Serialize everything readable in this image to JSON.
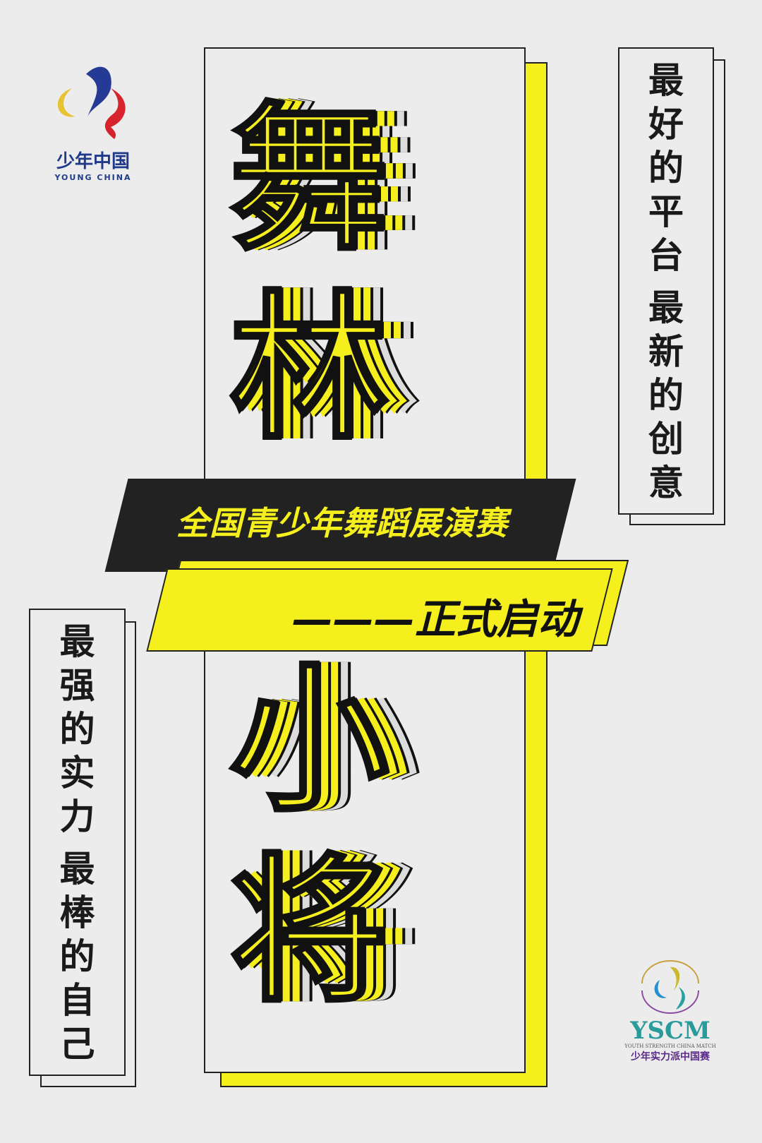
{
  "logos": {
    "young_china": {
      "cn": "少年中国",
      "en": "YOUNG CHINA"
    },
    "yscm": {
      "abbr": "YSCM",
      "en": "YOUTH STRENGTH CHINA MATCH",
      "cn": "少年实力派中国赛"
    }
  },
  "title_chars": [
    "舞",
    "林",
    "小",
    "将"
  ],
  "banner": {
    "event": "全国青少年舞蹈展演赛",
    "launch": "———正式启动"
  },
  "right_slogan": [
    "最",
    "好",
    "的",
    "平",
    "台",
    "最",
    "新",
    "的",
    "创",
    "意"
  ],
  "left_slogan": [
    "最",
    "强",
    "的",
    "实",
    "力",
    "最",
    "棒",
    "的",
    "自",
    "己"
  ],
  "colors": {
    "accent_yellow": "#f5ef1e",
    "ink": "#222222",
    "background": "#ececec"
  }
}
